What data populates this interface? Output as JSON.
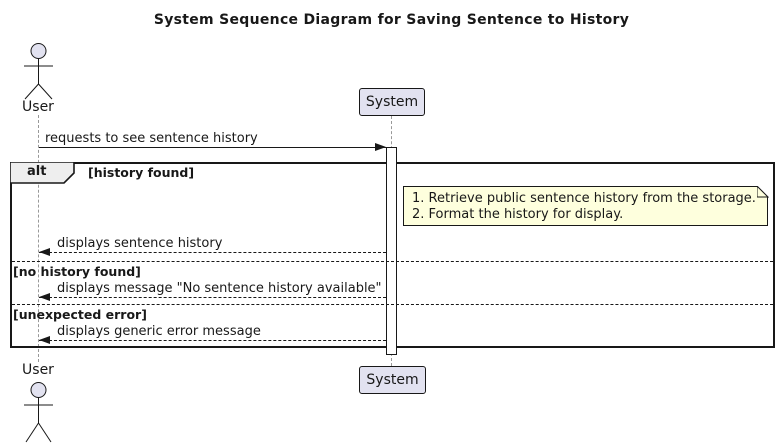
{
  "title": "System Sequence Diagram for Saving Sentence to History",
  "actor": {
    "top_label": "User",
    "bottom_label": "User"
  },
  "participant": {
    "top_label": "System",
    "bottom_label": "System"
  },
  "frame": {
    "operator": "alt",
    "guards": [
      "[history found]",
      "[no history found]",
      "[unexpected error]"
    ]
  },
  "messages": {
    "request": "requests to see sentence history",
    "return_history": "displays sentence history",
    "return_no_history": "displays message \"No sentence history available\"",
    "return_error": "displays generic error message"
  },
  "note": {
    "lines": [
      "1. Retrieve public sentence history from the storage.",
      "2. Format the history for display."
    ]
  },
  "colors": {
    "participant_fill": "#E2E2F0",
    "note_fill": "#FEFFDD",
    "frame_label_fill": "#EEEEEE",
    "line": "#181818",
    "lifeline": "#999999"
  }
}
